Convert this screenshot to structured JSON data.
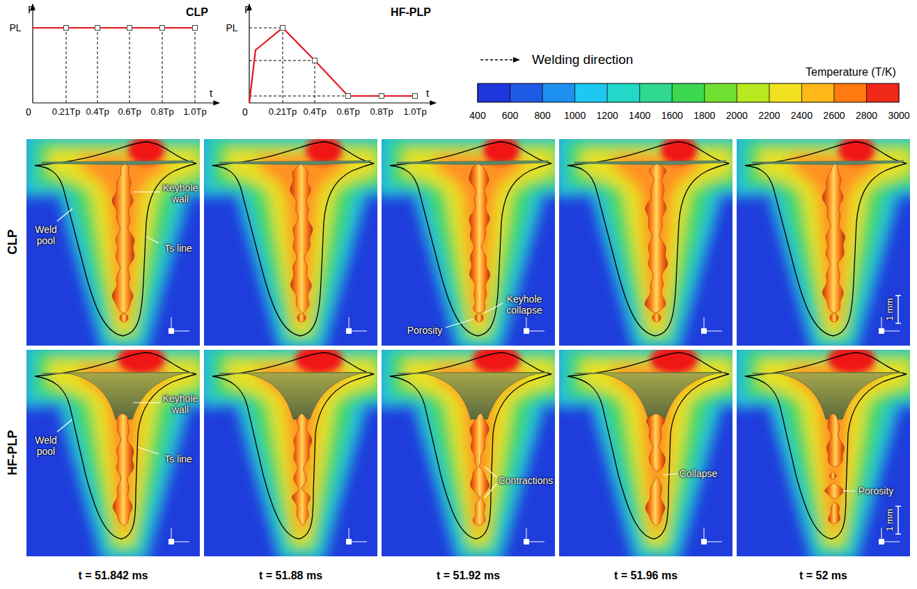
{
  "diagram": {
    "labels": [
      "P",
      "CLP",
      "PL",
      "0",
      "0.21Tp",
      "0.4Tp",
      "0.6Tp",
      "0.8Tp",
      "1.0Tp",
      "t",
      "P",
      "HF-PLP",
      "PL",
      "0",
      "0.21Tp",
      "0.4Tp",
      "0.6Tp",
      "0.8Tp",
      "1.0Tp",
      "t",
      "Temperature (T/K)",
      "400",
      "600",
      "800",
      "1000",
      "1200",
      "1400",
      "1600",
      "1800",
      "2000",
      "2200",
      "2400",
      "2600",
      "2800",
      "3000",
      "CLP",
      "Keyhole wall",
      "Weld pool",
      "Ts line",
      "Keyhole collapse",
      "Porosity",
      "1 mm",
      "HF-PLP",
      "Keyhole wall",
      "Weld pool",
      "Ts line",
      "Contractions",
      "Collapse",
      "Porosity",
      "1 mm",
      "t = 51.842 ms",
      "t = 51.88 ms",
      "t = 51.92 ms",
      "t = 51.96 ms",
      "t = 52 ms"
    ],
    "legend": [
      {
        "text": "Welding direction"
      }
    ]
  }
}
